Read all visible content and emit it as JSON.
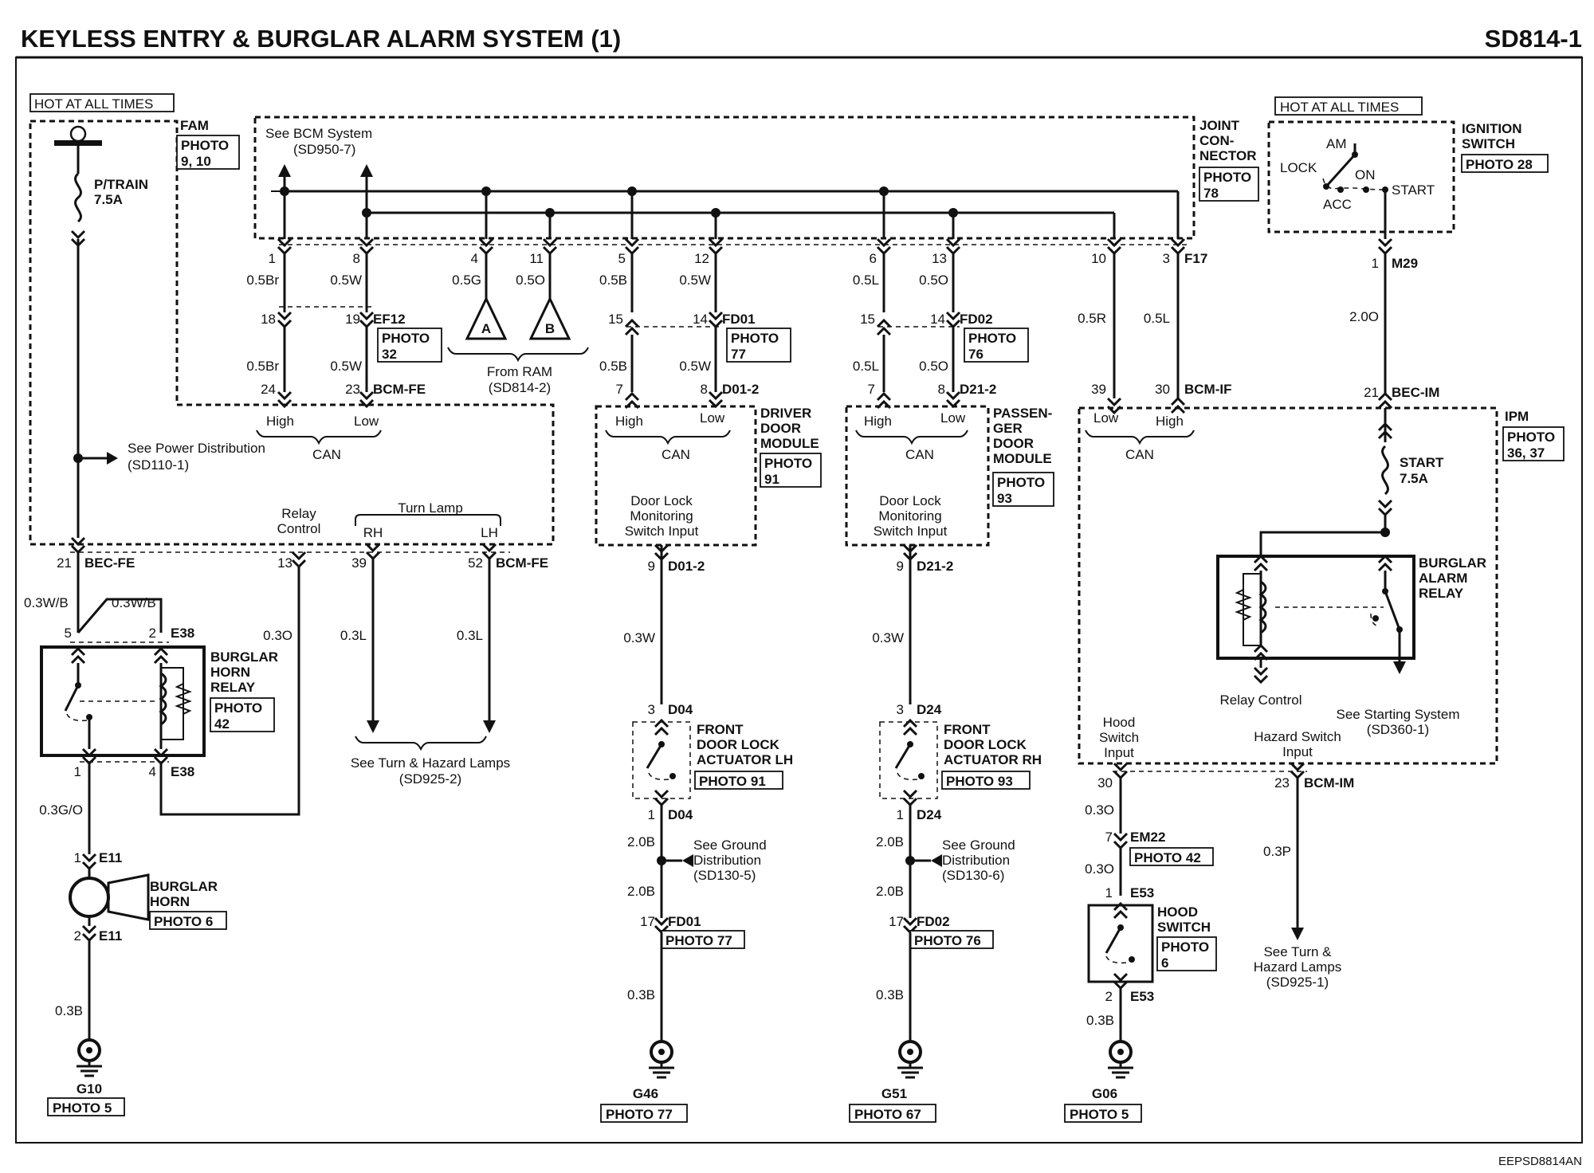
{
  "header": {
    "title": "KEYLESS ENTRY & BURGLAR ALARM SYSTEM (1)",
    "code": "SD814-1"
  },
  "footer": {
    "doc_id": "EEPSD8814AN"
  },
  "labels": {
    "hot_left": "HOT AT ALL TIMES",
    "hot_right": "HOT AT ALL TIMES",
    "fam": "FAM",
    "fam_photo": "PHOTO",
    "fam_photo_num": "9, 10",
    "fuse_ptrain": "P/TRAIN",
    "fuse_ptrain_amp": "7.5A",
    "see_bcm": "See BCM System",
    "see_bcm_ref": "(SD950-7)",
    "joint1": "JOINT",
    "joint2": "CON-",
    "joint3": "NECTOR",
    "joint_photo": "PHOTO",
    "joint_photo_num": "78",
    "ign1": "IGNITION",
    "ign2": "SWITCH",
    "ign_photo": "PHOTO 28",
    "ign_am": "AM",
    "ign_lock": "LOCK",
    "ign_on": "ON",
    "ign_acc": "ACC",
    "ign_start": "START",
    "ef12_photo": "PHOTO",
    "ef12_photo_num": "32",
    "tri_a": "A",
    "tri_b": "B",
    "from_ram": "From RAM",
    "from_ram_ref": "(SD814-2)",
    "fd01_photo": "PHOTO",
    "fd01_photo_num": "77",
    "fd02_photo": "PHOTO",
    "fd02_photo_num": "76",
    "can_high": "High",
    "can_low": "Low",
    "can": "CAN",
    "see_power": "See Power Distribution",
    "see_power_ref": "(SD110-1)",
    "relay_control1": "Relay",
    "relay_control2": "Control",
    "turn_lamp": "Turn Lamp",
    "rh": "RH",
    "lh": "LH",
    "drv1": "DRIVER",
    "drv2": "DOOR",
    "drv3": "MODULE",
    "drv_photo": "PHOTO",
    "drv_photo_num": "91",
    "pas1": "PASSEN-",
    "pas2": "GER",
    "pas3": "DOOR",
    "pas4": "MODULE",
    "pas_photo": "PHOTO",
    "pas_photo_num": "93",
    "dl1": "Door Lock",
    "dl2": "Monitoring",
    "dl3": "Switch Input",
    "ipm": "IPM",
    "ipm_photo": "PHOTO",
    "ipm_photo_num": "36, 37",
    "start_fuse": "START",
    "start_fuse_amp": "7.5A",
    "bar1": "BURGLAR",
    "bar2": "ALARM",
    "bar3": "RELAY",
    "relay_ctrl_ipm": "Relay Control",
    "see_starting": "See Starting System",
    "see_starting_ref": "(SD360-1)",
    "hood_in1": "Hood",
    "hood_in2": "Switch",
    "hood_in3": "Input",
    "haz_in1": "Hazard Switch",
    "haz_in2": "Input",
    "bhr1": "BURGLAR",
    "bhr2": "HORN",
    "bhr3": "RELAY",
    "bhr_photo": "PHOTO",
    "bhr_photo_num": "42",
    "see_turn": "See Turn & Hazard Lamps",
    "see_turn_ref": "(SD925-2)",
    "fdl_lh1": "FRONT",
    "fdl_lh2": "DOOR LOCK",
    "fdl_lh3": "ACTUATOR LH",
    "fdl_lh_photo": "PHOTO 91",
    "fdl_rh1": "FRONT",
    "fdl_rh2": "DOOR LOCK",
    "fdl_rh3": "ACTUATOR RH",
    "fdl_rh_photo": "PHOTO 93",
    "see_gnd1": "See Ground",
    "see_gnd2": "Distribution",
    "see_gnd_ref1": "(SD130-5)",
    "see_gnd_ref2": "(SD130-6)",
    "horn1": "BURGLAR",
    "horn2": "HORN",
    "horn_photo": "PHOTO 6",
    "hood1": "HOOD",
    "hood2": "SWITCH",
    "hood_photo": "PHOTO",
    "hood_photo_num": "6",
    "see_turn2a": "See Turn &",
    "see_turn2b": "Hazard Lamps",
    "see_turn2c": "(SD925-1)",
    "em22_photo": "PHOTO 42",
    "fd01_photo_b": "PHOTO 77",
    "fd02_photo_b": "PHOTO 76",
    "g10": "G10",
    "g10_photo": "PHOTO 5",
    "g46": "G46",
    "g46_photo": "PHOTO 77",
    "g51": "G51",
    "g51_photo": "PHOTO 67",
    "g06": "G06",
    "g06_photo": "PHOTO 5"
  },
  "connectors": {
    "ef12": "EF12",
    "bcm_fe": "BCM-FE",
    "fd01": "FD01",
    "d01_2": "D01-2",
    "fd02": "FD02",
    "d21_2": "D21-2",
    "f17": "F17",
    "bcm_if": "BCM-IF",
    "m29": "M29",
    "bec_im": "BEC-IM",
    "bec_fe": "BEC-FE",
    "e38": "E38",
    "e11": "E11",
    "d04": "D04",
    "d24": "D24",
    "em22": "EM22",
    "e53": "E53",
    "bcm_im": "BCM-IM"
  },
  "pins": [
    {
      "text": "1"
    },
    {
      "text": "8"
    },
    {
      "text": "4"
    },
    {
      "text": "11"
    },
    {
      "text": "5"
    },
    {
      "text": "12"
    },
    {
      "text": "6"
    },
    {
      "text": "13"
    },
    {
      "text": "10"
    },
    {
      "text": "3"
    },
    {
      "text": "18"
    },
    {
      "text": "19"
    },
    {
      "text": "15"
    },
    {
      "text": "14"
    },
    {
      "text": "15"
    },
    {
      "text": "14"
    },
    {
      "text": "24"
    },
    {
      "text": "23"
    },
    {
      "text": "7"
    },
    {
      "text": "8"
    },
    {
      "text": "7"
    },
    {
      "text": "8"
    },
    {
      "text": "39"
    },
    {
      "text": "30"
    },
    {
      "text": "1"
    },
    {
      "text": "21"
    },
    {
      "text": "21"
    },
    {
      "text": "13"
    },
    {
      "text": "39"
    },
    {
      "text": "52"
    },
    {
      "text": "5"
    },
    {
      "text": "2"
    },
    {
      "text": "9"
    },
    {
      "text": "9"
    },
    {
      "text": "1"
    },
    {
      "text": "4"
    },
    {
      "text": "1"
    },
    {
      "text": "2"
    },
    {
      "text": "3"
    },
    {
      "text": "1"
    },
    {
      "text": "17"
    },
    {
      "text": "3"
    },
    {
      "text": "1"
    },
    {
      "text": "17"
    },
    {
      "text": "30"
    },
    {
      "text": "7"
    },
    {
      "text": "1"
    },
    {
      "text": "2"
    },
    {
      "text": "23"
    }
  ],
  "wire_labels": [
    {
      "text": "0.5Br"
    },
    {
      "text": "0.5W"
    },
    {
      "text": "0.5G"
    },
    {
      "text": "0.5O"
    },
    {
      "text": "0.5B"
    },
    {
      "text": "0.5W"
    },
    {
      "text": "0.5L"
    },
    {
      "text": "0.5O"
    },
    {
      "text": "0.5Br"
    },
    {
      "text": "0.5W"
    },
    {
      "text": "0.5B"
    },
    {
      "text": "0.5W"
    },
    {
      "text": "0.5L"
    },
    {
      "text": "0.5O"
    },
    {
      "text": "0.5R"
    },
    {
      "text": "0.5L"
    },
    {
      "text": "2.0O"
    },
    {
      "text": "0.3W/B"
    },
    {
      "text": "0.3W/B"
    },
    {
      "text": "0.3O"
    },
    {
      "text": "0.3L"
    },
    {
      "text": "0.3L"
    },
    {
      "text": "0.3W"
    },
    {
      "text": "0.3W"
    },
    {
      "text": "0.3G/O"
    },
    {
      "text": "0.3B"
    },
    {
      "text": "2.0B"
    },
    {
      "text": "2.0B"
    },
    {
      "text": "0.3B"
    },
    {
      "text": "2.0B"
    },
    {
      "text": "2.0B"
    },
    {
      "text": "0.3B"
    },
    {
      "text": "0.3O"
    },
    {
      "text": "0.3O"
    },
    {
      "text": "0.3B"
    },
    {
      "text": "0.3P"
    }
  ]
}
